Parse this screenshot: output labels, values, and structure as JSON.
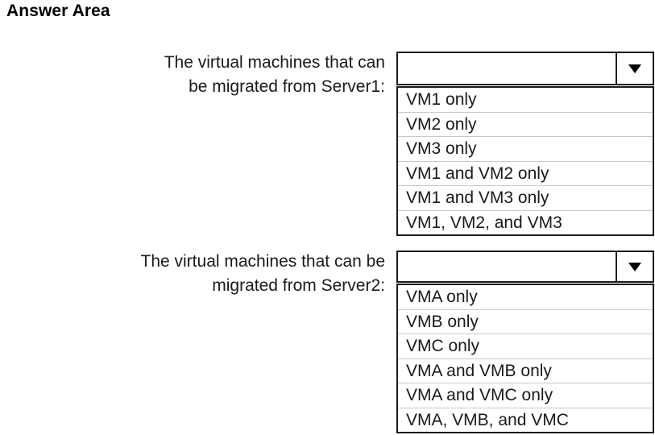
{
  "page": {
    "title": "Answer Area",
    "background_color": "#ffffff",
    "text_color": "#1a1a1a"
  },
  "questions": [
    {
      "label": "The virtual machines that can be migrated from Server1:",
      "label_line1": "The virtual machines that can",
      "label_line2": "be migrated from Server1:",
      "dropdown": {
        "selected_value": "",
        "placeholder": "",
        "arrow_icon": "chevron-down-icon",
        "expanded": true
      },
      "options": [
        "VM1 only",
        "VM2 only",
        "VM3 only",
        "VM1 and VM2 only",
        "VM1 and VM3 only",
        "VM1, VM2, and VM3"
      ]
    },
    {
      "label": "The virtual machines that can be migrated from Server2:",
      "label_line1": "The virtual machines that can be",
      "label_line2": "migrated from Server2:",
      "dropdown": {
        "selected_value": "",
        "placeholder": "",
        "arrow_icon": "chevron-down-icon",
        "expanded": true
      },
      "options": [
        "VMA only",
        "VMB only",
        "VMC only",
        "VMA and VMB only",
        "VMA and VMC only",
        "VMA, VMB, and VMC"
      ]
    }
  ]
}
